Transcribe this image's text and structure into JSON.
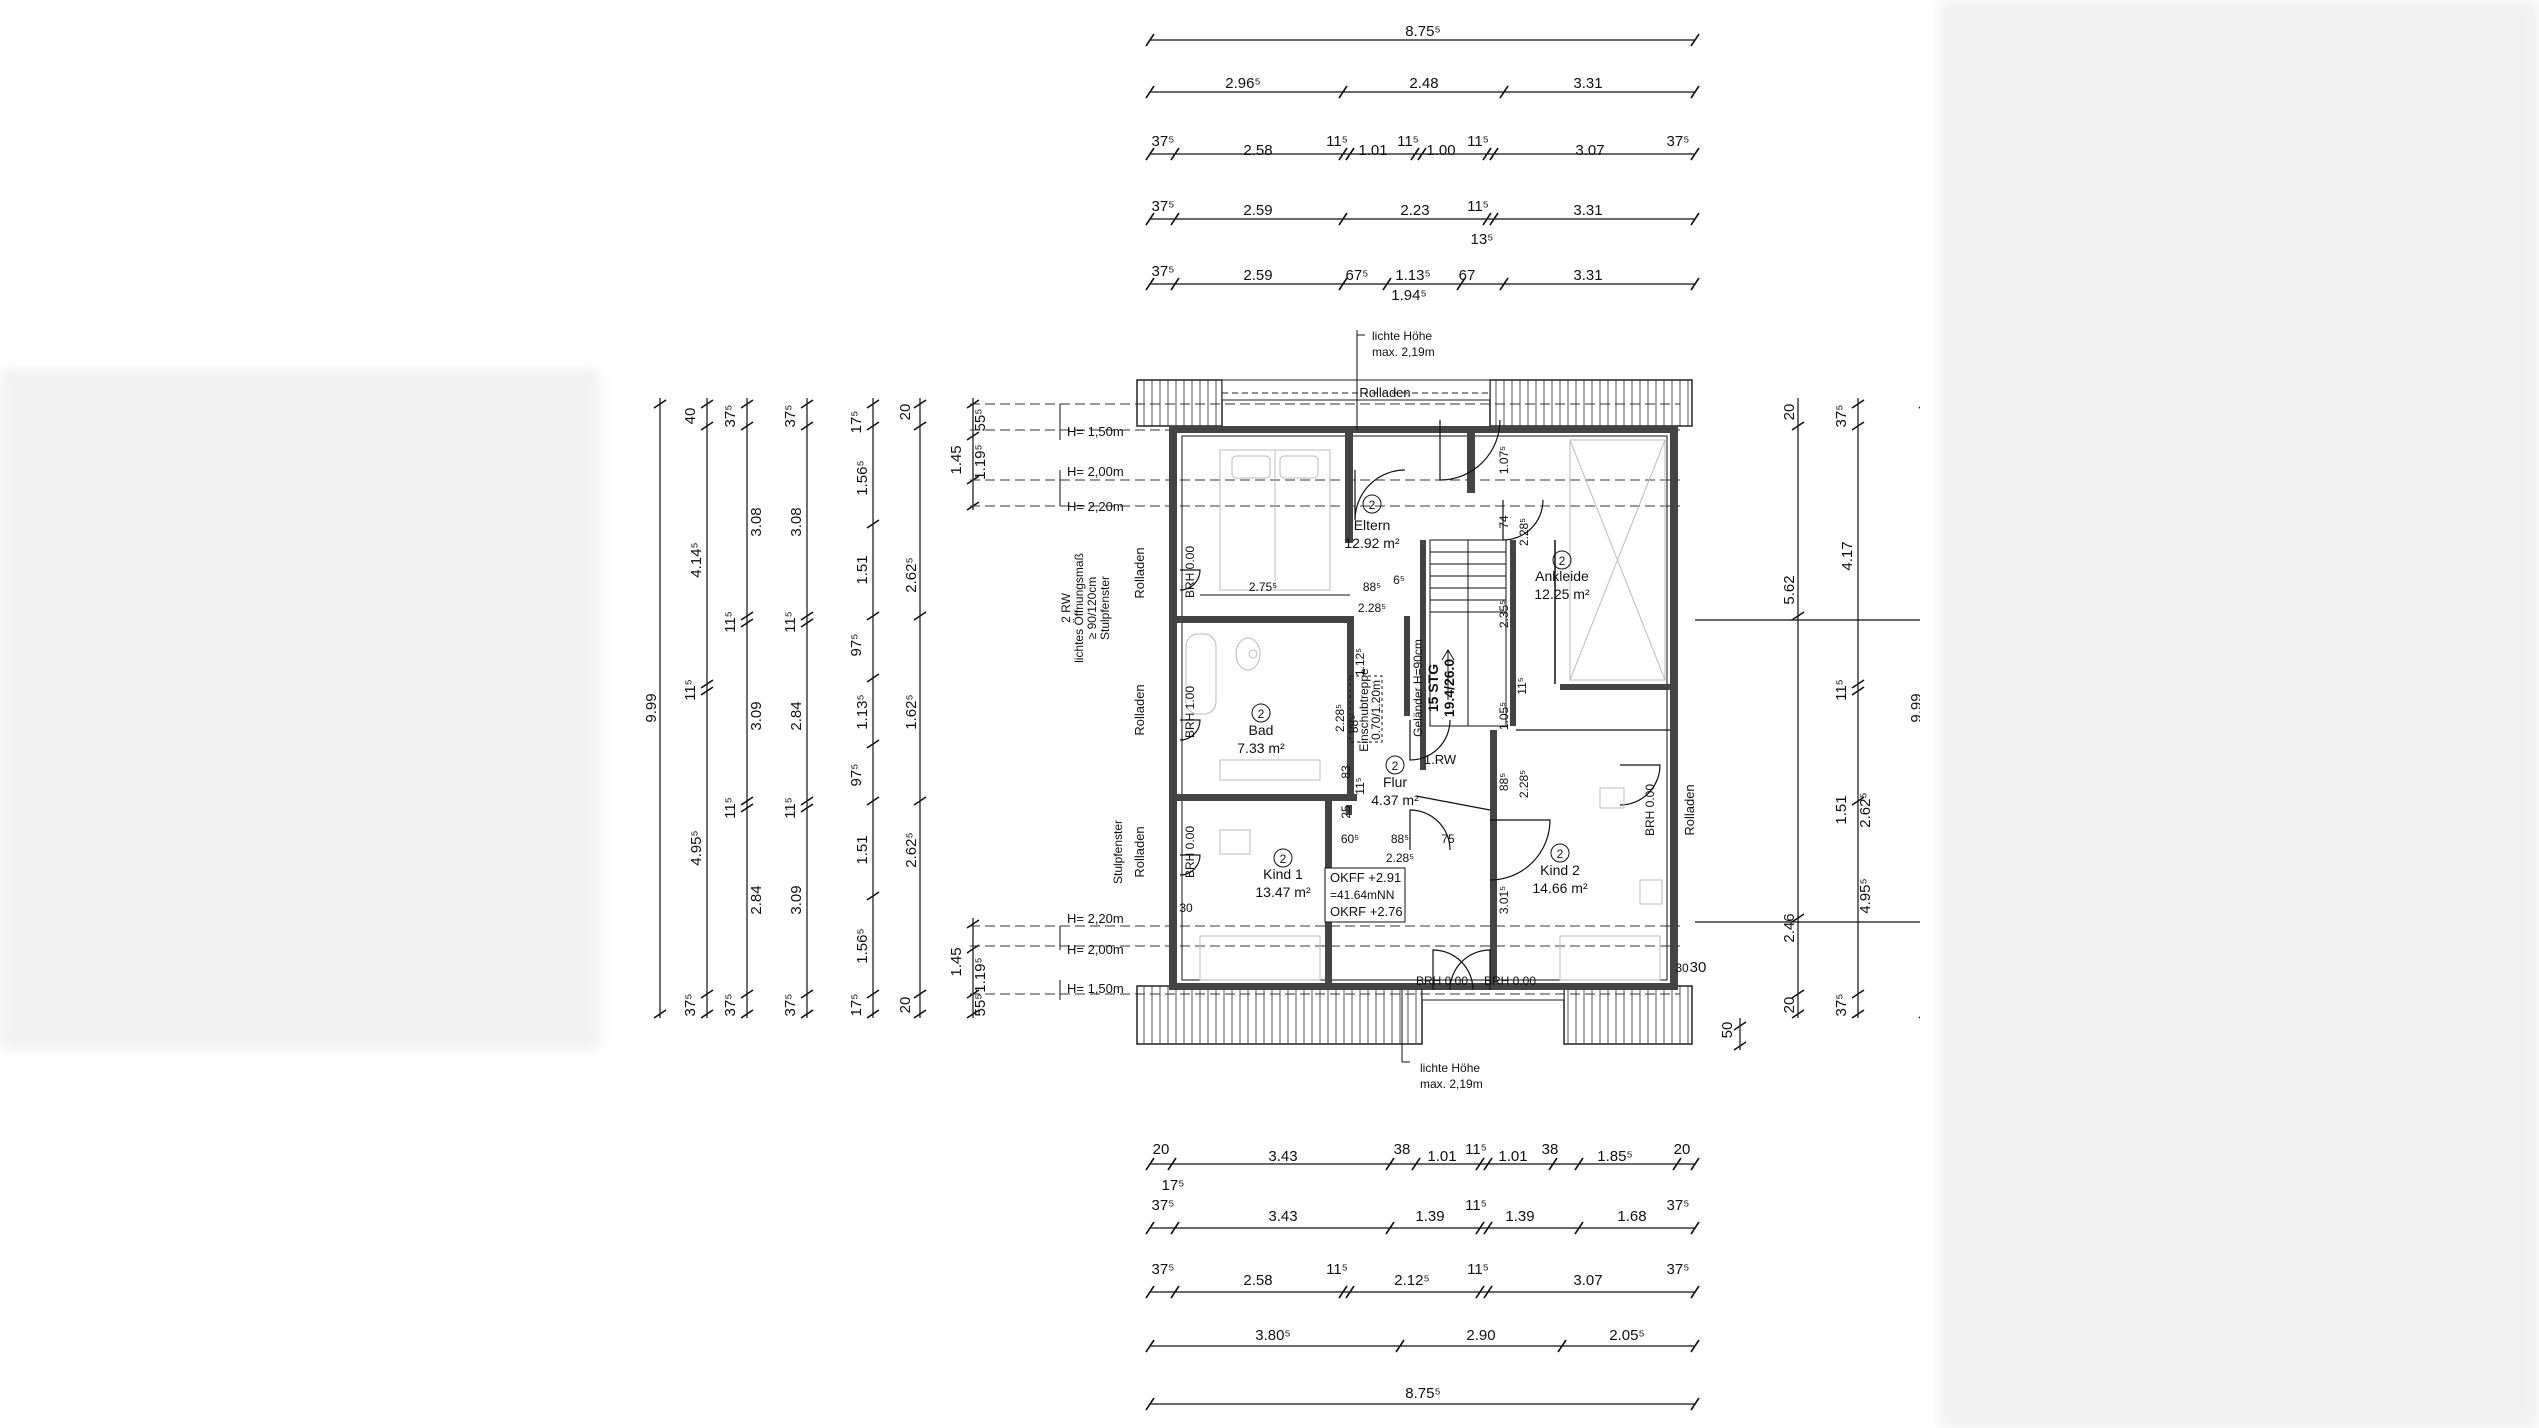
{
  "top_dimensions": {
    "row1": [
      "8.75⁵"
    ],
    "row2": [
      "2.96⁵",
      "2.48",
      "3.31"
    ],
    "row3": [
      "37⁵",
      "2.58",
      "11⁵",
      "1.01",
      "11⁵",
      "1.00",
      "11⁵",
      "3.07",
      "37⁵"
    ],
    "row4": [
      "37⁵",
      "2.59",
      "2.23",
      "11⁵",
      "3.31",
      "13⁵"
    ],
    "row5": [
      "37⁵",
      "2.59",
      "67⁵",
      "1.13⁵",
      "67",
      "3.31",
      "1.94⁵"
    ]
  },
  "bottom_dimensions": {
    "row1": [
      "20",
      "3.43",
      "38",
      "1.01",
      "11⁵",
      "1.01",
      "38",
      "1.85⁵",
      "20",
      "17⁵"
    ],
    "row2": [
      "37⁵",
      "3.43",
      "1.39",
      "11⁵",
      "1.39",
      "1.68",
      "37⁵"
    ],
    "row3": [
      "37⁵",
      "2.58",
      "11⁵",
      "2.12⁵",
      "11⁵",
      "3.07",
      "37⁵"
    ],
    "row4": [
      "3.80⁵",
      "2.90",
      "2.05⁵"
    ],
    "row5": [
      "8.75⁵"
    ]
  },
  "left_dimensions": {
    "chain1": [
      "9.99"
    ],
    "chain2": [
      "40",
      "4.14⁵",
      "11⁵",
      "4.95⁵",
      "37⁵"
    ],
    "chain3": [
      "37⁵",
      "3.08",
      "11⁵",
      "3.09",
      "11⁵",
      "2.84",
      "37⁵"
    ],
    "chain4": [
      "37⁵",
      "3.08",
      "11⁵",
      "2.84",
      "11⁵",
      "3.09",
      "37⁵"
    ],
    "chain5": [
      "17⁵",
      "1.56⁵",
      "1.51",
      "97⁵",
      "1.13⁵",
      "97⁵",
      "1.51",
      "1.56⁵",
      "17⁵"
    ],
    "chain6": [
      "20",
      "2.62⁵",
      "1.62⁵",
      "2.62⁵",
      "20"
    ],
    "chain7": [
      "1.45",
      "55⁵",
      "1.19⁵",
      "1.45",
      "1.19⁵",
      "55⁵"
    ]
  },
  "right_dimensions": {
    "chain1": [
      "20",
      "5.62",
      "2.46",
      "20"
    ],
    "chain2": [
      "37⁵",
      "4.17",
      "11⁵",
      "1.51",
      "2.62⁵",
      "4.95⁵",
      "37⁵"
    ],
    "chain3": [
      "9.99"
    ],
    "extra": [
      "30",
      "50"
    ]
  },
  "heights": {
    "h150_top": "H= 1,50m",
    "h200_top": "H= 2,00m",
    "h220_top": "H= 2,20m",
    "h220_bot": "H= 2,20m",
    "h200_bot": "H= 2,00m",
    "h150_bot": "H= 1,50m"
  },
  "notes": {
    "top_clear_height_1": "lichte Höhe",
    "top_clear_height_2": "max. 2,19m",
    "bottom_clear_height_1": "lichte Höhe",
    "bottom_clear_height_2": "max. 2,19m",
    "window_note": [
      "2 RW",
      "lichtes Öffnungsmaß",
      "≥ 90/120cm",
      "Stulpfenster"
    ],
    "stulpfenster_lower": "Stulpfenster",
    "level": [
      "OKFF +2.91",
      "=41.64mNN",
      "OKRF +2.76"
    ]
  },
  "rolladen": {
    "top": "Rolladen",
    "left1": "Rolladen",
    "left2": "Rolladen",
    "left3": "Rolladen",
    "right": "Rolladen"
  },
  "rooms": [
    {
      "num": "2",
      "name": "Eltern",
      "area": "12.92 m²"
    },
    {
      "num": "2",
      "name": "Ankleide",
      "area": "12.25 m²"
    },
    {
      "num": "2",
      "name": "Bad",
      "area": "7.33 m²"
    },
    {
      "num": "2",
      "name": "Flur",
      "area": "4.37 m²"
    },
    {
      "num": "2",
      "name": "Kind 1",
      "area": "13.47 m²"
    },
    {
      "num": "2",
      "name": "Kind 2",
      "area": "14.66 m²"
    }
  ],
  "stair": {
    "rail": "Geländer H=90cm",
    "steps": "15 STG",
    "ratio": "19.4/26.0",
    "hatch1": "Einschubtreppe",
    "hatch2": "0.70/1.20m",
    "rw": "1.RW"
  },
  "brh": {
    "b1": "BRH 0.00",
    "b2": "BRH 1.00",
    "b3": "BRH 0.00",
    "b4": "BRH 0.00",
    "b5": "BRH 0.00",
    "b6": "BRH 0.00"
  },
  "inner_dims": {
    "d275": "2.75⁵",
    "d885a": "88⁵",
    "d2285a": "2.28⁵",
    "d65": "6⁵",
    "d74": "74",
    "d2285b": "2.28⁵",
    "d1075": "1.07⁵",
    "d2355": "2.35⁵",
    "d1125": "1.12⁵",
    "d2285c": "2.28⁵",
    "d885b": "88⁵",
    "d83": "83",
    "d115a": "11⁵",
    "d25": "25",
    "d605": "60⁵",
    "d885c": "88⁵",
    "d2285d": "2.28⁵",
    "d75": "75",
    "d1055": "1.05⁵",
    "d115b": "11⁵",
    "d885d": "88⁵",
    "d2285e": "2.28⁵",
    "d3015": "3.01⁵",
    "d30a": "30",
    "d30b": "30"
  }
}
